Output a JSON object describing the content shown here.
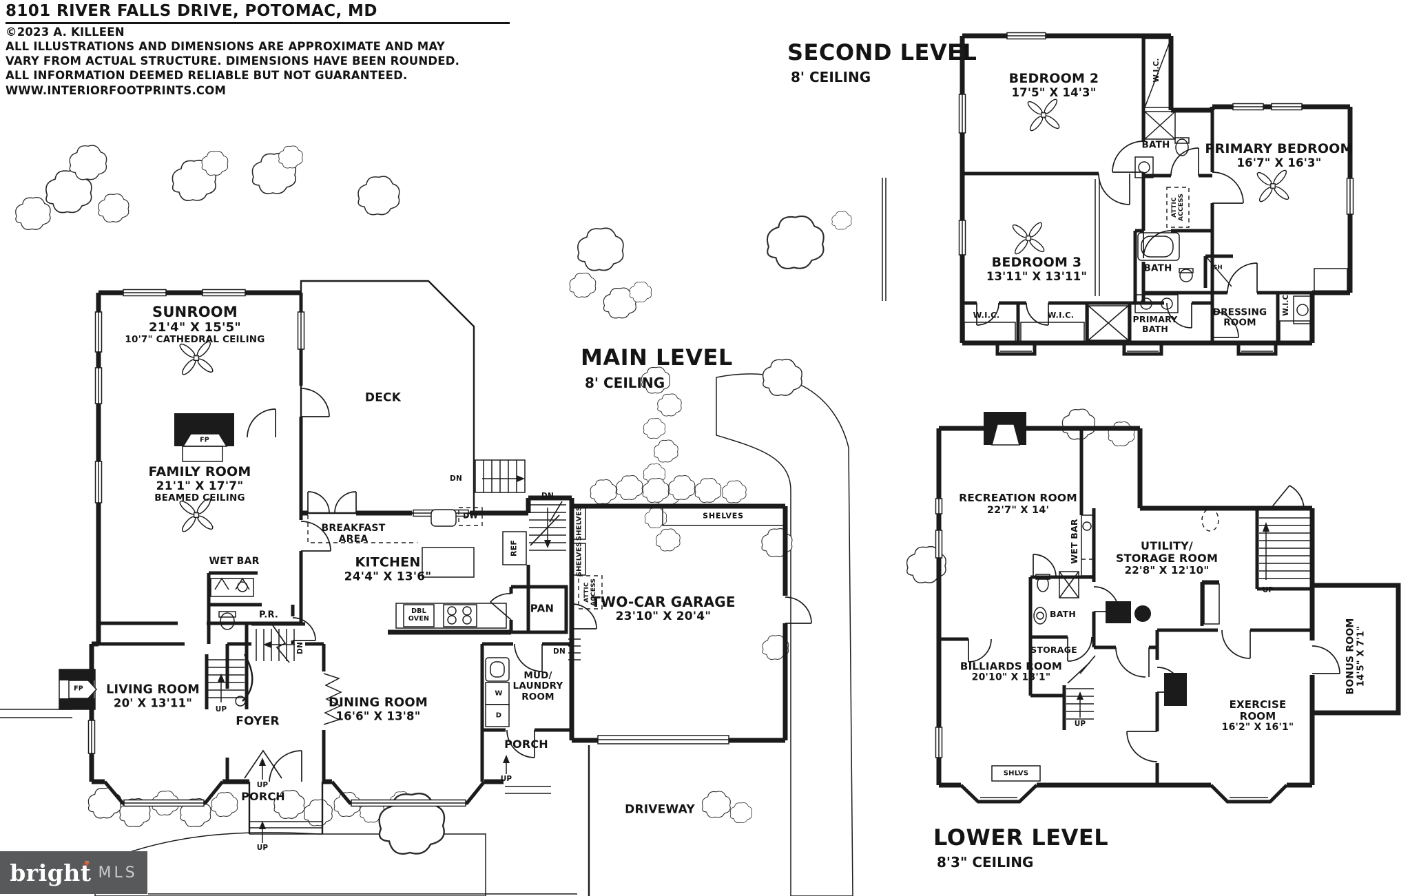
{
  "header": {
    "address": "8101 RIVER FALLS DRIVE, POTOMAC, MD",
    "copyright": "©2023 A. KILLEEN",
    "disclaimer_line1": "ALL ILLUSTRATIONS AND DIMENSIONS ARE APPROXIMATE AND MAY",
    "disclaimer_line2": "VARY FROM ACTUAL STRUCTURE. DIMENSIONS HAVE BEEN ROUNDED.",
    "disclaimer_line3": "ALL INFORMATION DEEMED RELIABLE BUT NOT GUARANTEED.",
    "website": "WWW.INTERIORFOOTPRINTS.COM"
  },
  "levels": {
    "main": {
      "title": "MAIN LEVEL",
      "ceiling": "8' CEILING"
    },
    "second": {
      "title": "SECOND LEVEL",
      "ceiling": "8' CEILING"
    },
    "lower": {
      "title": "LOWER LEVEL",
      "ceiling": "8'3\" CEILING"
    }
  },
  "main_level": {
    "sunroom": {
      "name": "SUNROOM",
      "dims": "21'4\" X 15'5\"",
      "note": "10'7\" CATHEDRAL CEILING"
    },
    "family_room": {
      "name": "FAMILY ROOM",
      "dims": "21'1\" X 17'7\"",
      "note": "BEAMED CEILING"
    },
    "deck": "DECK",
    "breakfast_line1": "BREAKFAST",
    "breakfast_line2": "AREA",
    "kitchen": {
      "name": "KITCHEN",
      "dims": "24'4\" X 13'6\""
    },
    "wet_bar": "WET BAR",
    "powder_room": "P.R.",
    "pantry": "PAN",
    "dbl_oven_line1": "DBL",
    "dbl_oven_line2": "OVEN",
    "ref": "REF",
    "dw": "DW",
    "washer": "W",
    "dryer": "D",
    "garage": {
      "name": "TWO-CAR GARAGE",
      "dims": "23'10\" X 20'4\""
    },
    "living_room": {
      "name": "LIVING ROOM",
      "dims": "20' X 13'11\""
    },
    "foyer": "FOYER",
    "dining_room": {
      "name": "DINING ROOM",
      "dims": "16'6\" X 13'8\""
    },
    "mud_line1": "MUD/",
    "mud_line2": "LAUNDRY",
    "mud_line3": "ROOM",
    "porch": "PORCH",
    "driveway": "DRIVEWAY",
    "shelves": "SHELVES",
    "fireplace": "FP",
    "attic_line1": "ATTIC",
    "attic_line2": "ACCESS",
    "up": "UP",
    "dn": "DN"
  },
  "second_level": {
    "bedroom2": {
      "name": "BEDROOM 2",
      "dims": "17'5\" X 14'3\""
    },
    "bedroom3": {
      "name": "BEDROOM 3",
      "dims": "13'11\" X 13'11\""
    },
    "primary_bedroom": {
      "name": "PRIMARY BEDROOM",
      "dims": "16'7\" X 16'3\""
    },
    "bath": "BATH",
    "primary_bath_line1": "PRIMARY",
    "primary_bath_line2": "BATH",
    "dressing_line1": "DRESSING",
    "dressing_line2": "ROOM",
    "wic": "W.I.C.",
    "shower": "SH"
  },
  "lower_level": {
    "recreation": {
      "name": "RECREATION ROOM",
      "dims": "22'7\" X 14'"
    },
    "wet_bar": "WET BAR",
    "utility_line1": "UTILITY/",
    "utility_line2": "STORAGE ROOM",
    "utility_dims": "22'8\" X 12'10\"",
    "bath": "BATH",
    "storage": "STORAGE",
    "billiards": {
      "name": "BILLIARDS ROOM",
      "dims": "20'10\" X 13'1\""
    },
    "exercise_line1": "EXERCISE",
    "exercise_line2": "ROOM",
    "exercise_dims": "16'2\" X 16'1\"",
    "bonus": {
      "name": "BONUS ROOM",
      "dims": "14'5\" X 7'1\""
    },
    "shlvs": "SHLVS",
    "up": "UP"
  },
  "logo": {
    "brand": "bright",
    "star": "✦",
    "tm": "™",
    "suffix": "MLS"
  },
  "colors": {
    "ink": "#1b1b1b",
    "logo_bg": "#58595b",
    "logo_star": "#e05b2b",
    "logo_text": "#ffffff",
    "logo_mls": "#c9cbcd"
  }
}
